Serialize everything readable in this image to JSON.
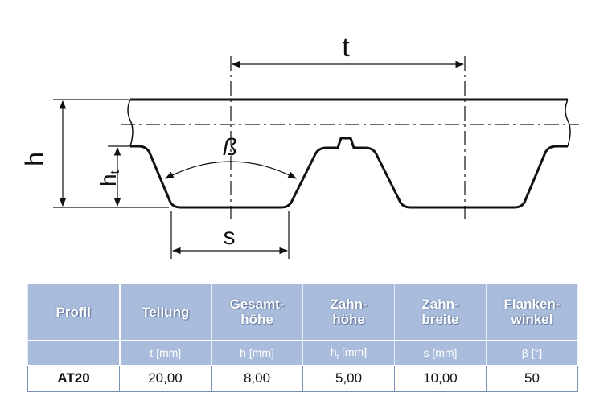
{
  "diagram": {
    "labels": {
      "pitch": "t",
      "height": "h",
      "tooth_height": "h",
      "tooth_height_sub": "t",
      "angle": "ß",
      "tooth_width": "s"
    }
  },
  "table": {
    "headers": [
      "Profil",
      "Teilung",
      "Gesamt-\nhöhe",
      "Zahn-\nhöhe",
      "Zahn-\nbreite",
      "Flanken-\nwinkel"
    ],
    "units": [
      "",
      "t [mm]",
      "h [mm]",
      "h",
      "s [mm]",
      "β [°]"
    ],
    "unit_ht_sub": "t",
    "unit_ht_rest": " [mm]",
    "row": [
      "AT20",
      "20,00",
      "8,00",
      "5,00",
      "10,00",
      "50"
    ]
  },
  "colors": {
    "header_bg": "#a9bcdb",
    "line": "#111111"
  }
}
